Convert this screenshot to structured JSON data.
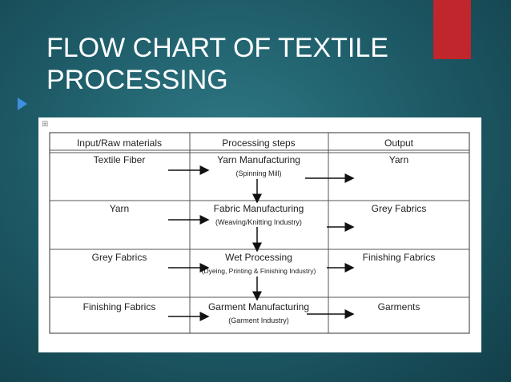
{
  "slide": {
    "title_line1": "FLOW CHART OF TEXTILE",
    "title_line2": "PROCESSING",
    "accent_color": "#c0262b"
  },
  "table": {
    "headers": [
      "Input/Raw materials",
      "Processing steps",
      "Output"
    ],
    "rows": [
      {
        "input": "Textile Fiber",
        "step": "Yarn Manufacturing",
        "step_sub": "(Spinning Mill)",
        "output": "Yarn"
      },
      {
        "input": "Yarn",
        "step": "Fabric Manufacturing",
        "step_sub": "(Weaving/Knitting Industry)",
        "output": "Grey Fabrics"
      },
      {
        "input": "Grey Fabrics",
        "step": "Wet Processing",
        "step_sub": "(Dyeing, Printing & Finishing Industry)",
        "output": "Finishing Fabrics"
      },
      {
        "input": "Finishing Fabrics",
        "step": "Garment Manufacturing",
        "step_sub": "(Garment Industry)",
        "output": "Garments"
      }
    ]
  }
}
